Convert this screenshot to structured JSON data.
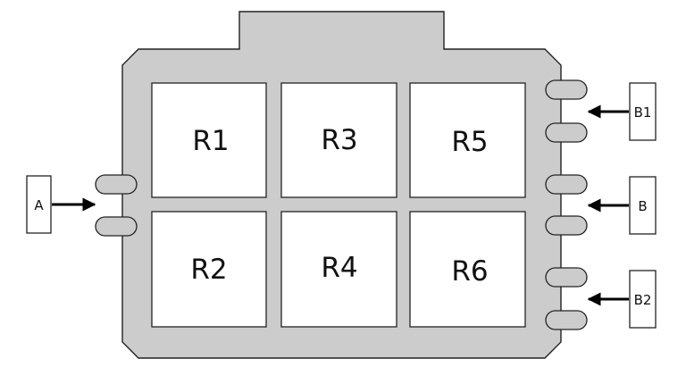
{
  "colors": {
    "housing_fill": "#cccccc",
    "outline": "#222222",
    "relay_fill": "#ffffff",
    "arrow": "#000000"
  },
  "relays": {
    "r1": "R1",
    "r2": "R2",
    "r3": "R3",
    "r4": "R4",
    "r5": "R5",
    "r6": "R6"
  },
  "connectors": {
    "a": "A",
    "b": "B",
    "b1": "B1",
    "b2": "B2"
  }
}
